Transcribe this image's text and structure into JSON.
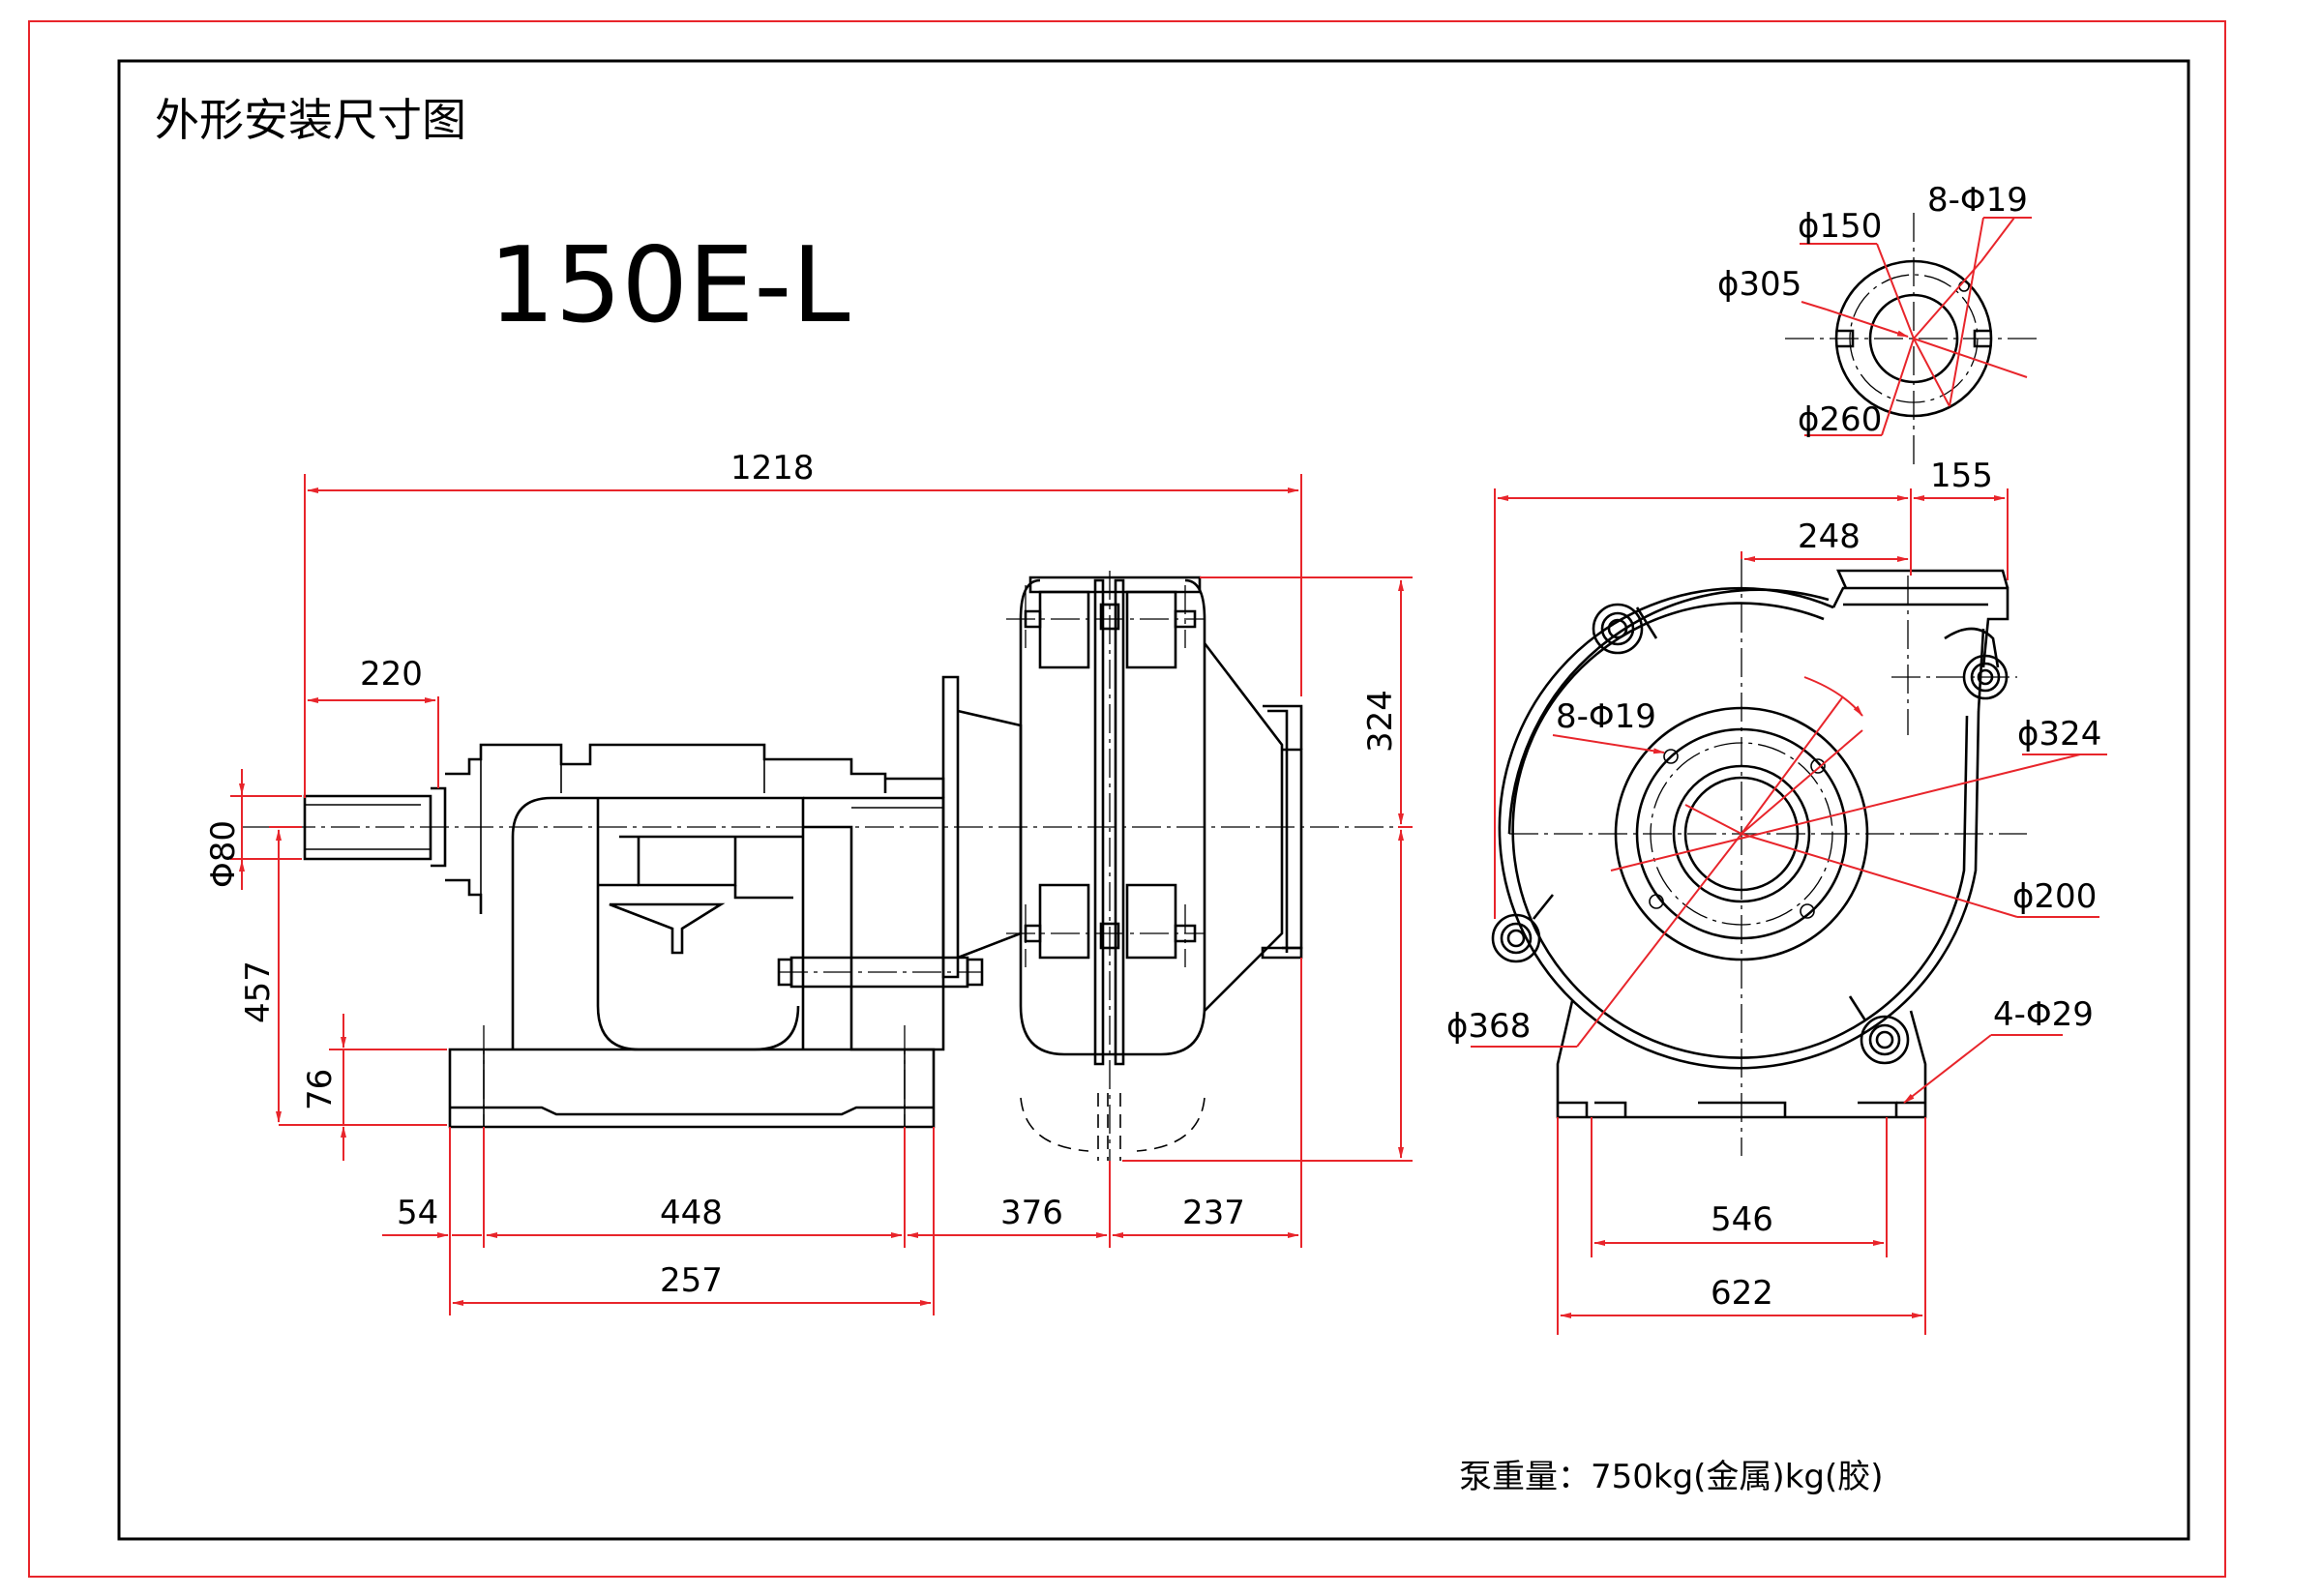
{
  "drawing": {
    "heading": "外形安装尺寸图",
    "model": "150E-L",
    "weight_note": "泵重量：750kg(金属)kg(胶)"
  },
  "colors": {
    "border": "#e8252b",
    "dimension": "#e8252b",
    "outline": "#000000"
  },
  "side_view": {
    "dims": {
      "overall_length": "1218",
      "shaft_extension": "220",
      "shaft_diameter": "Φ80",
      "center_height": "457",
      "base_thickness": "76",
      "height_324": "324",
      "d54": "54",
      "d448": "448",
      "d376": "376",
      "d237": "237",
      "d257": "257"
    }
  },
  "outlet_flange": {
    "dims": {
      "bore": "ϕ150",
      "bolt_holes": "8-Φ19",
      "outer": "ϕ305",
      "bolt_circle": "ϕ260"
    }
  },
  "end_view": {
    "dims": {
      "d155": "155",
      "d248": "248",
      "inlet_bolt_holes": "8-Φ19",
      "d324": "ϕ324",
      "d200": "ϕ200",
      "d368": "ϕ368",
      "foot_holes": "4-Φ29",
      "d546": "546",
      "d622": "622"
    }
  }
}
